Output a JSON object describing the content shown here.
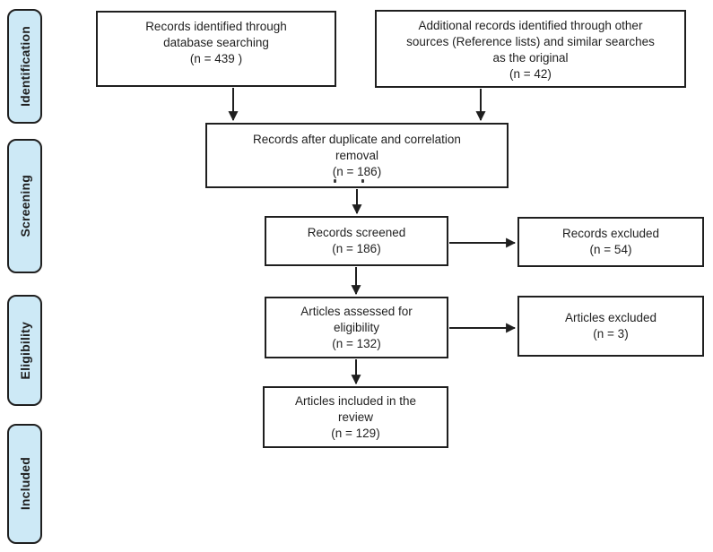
{
  "diagram": {
    "type": "flowchart",
    "colors": {
      "stage_fill": "#cde9f6",
      "node_fill": "#ffffff",
      "ink": "#1f1f1f"
    },
    "sidebar": {
      "stages": [
        {
          "label": "Identification"
        },
        {
          "label": "Screening"
        },
        {
          "label": "Eligibility"
        },
        {
          "label": "Included"
        }
      ]
    },
    "nodes": {
      "identified_database": {
        "text": "Records identified through\ndatabase searching\n(n = 439 )"
      },
      "identified_other": {
        "text": "Additional records identified through other\nsources (Reference lists) and similar searches\nas the original\n(n = 42)"
      },
      "after_duplicates": {
        "text": "Records after duplicate and correlation\nremoval\n(n = 186)"
      },
      "screened": {
        "text": "Records screened\n(n = 186)"
      },
      "records_excluded": {
        "text": "Records excluded\n(n = 54)"
      },
      "assessed": {
        "text": "Articles assessed for\neligibility\n(n = 132)"
      },
      "articles_excluded": {
        "text": "Articles excluded\n(n = 3)"
      },
      "included_review": {
        "text": "Articles included in the\nreview\n(n = 129)"
      }
    }
  }
}
